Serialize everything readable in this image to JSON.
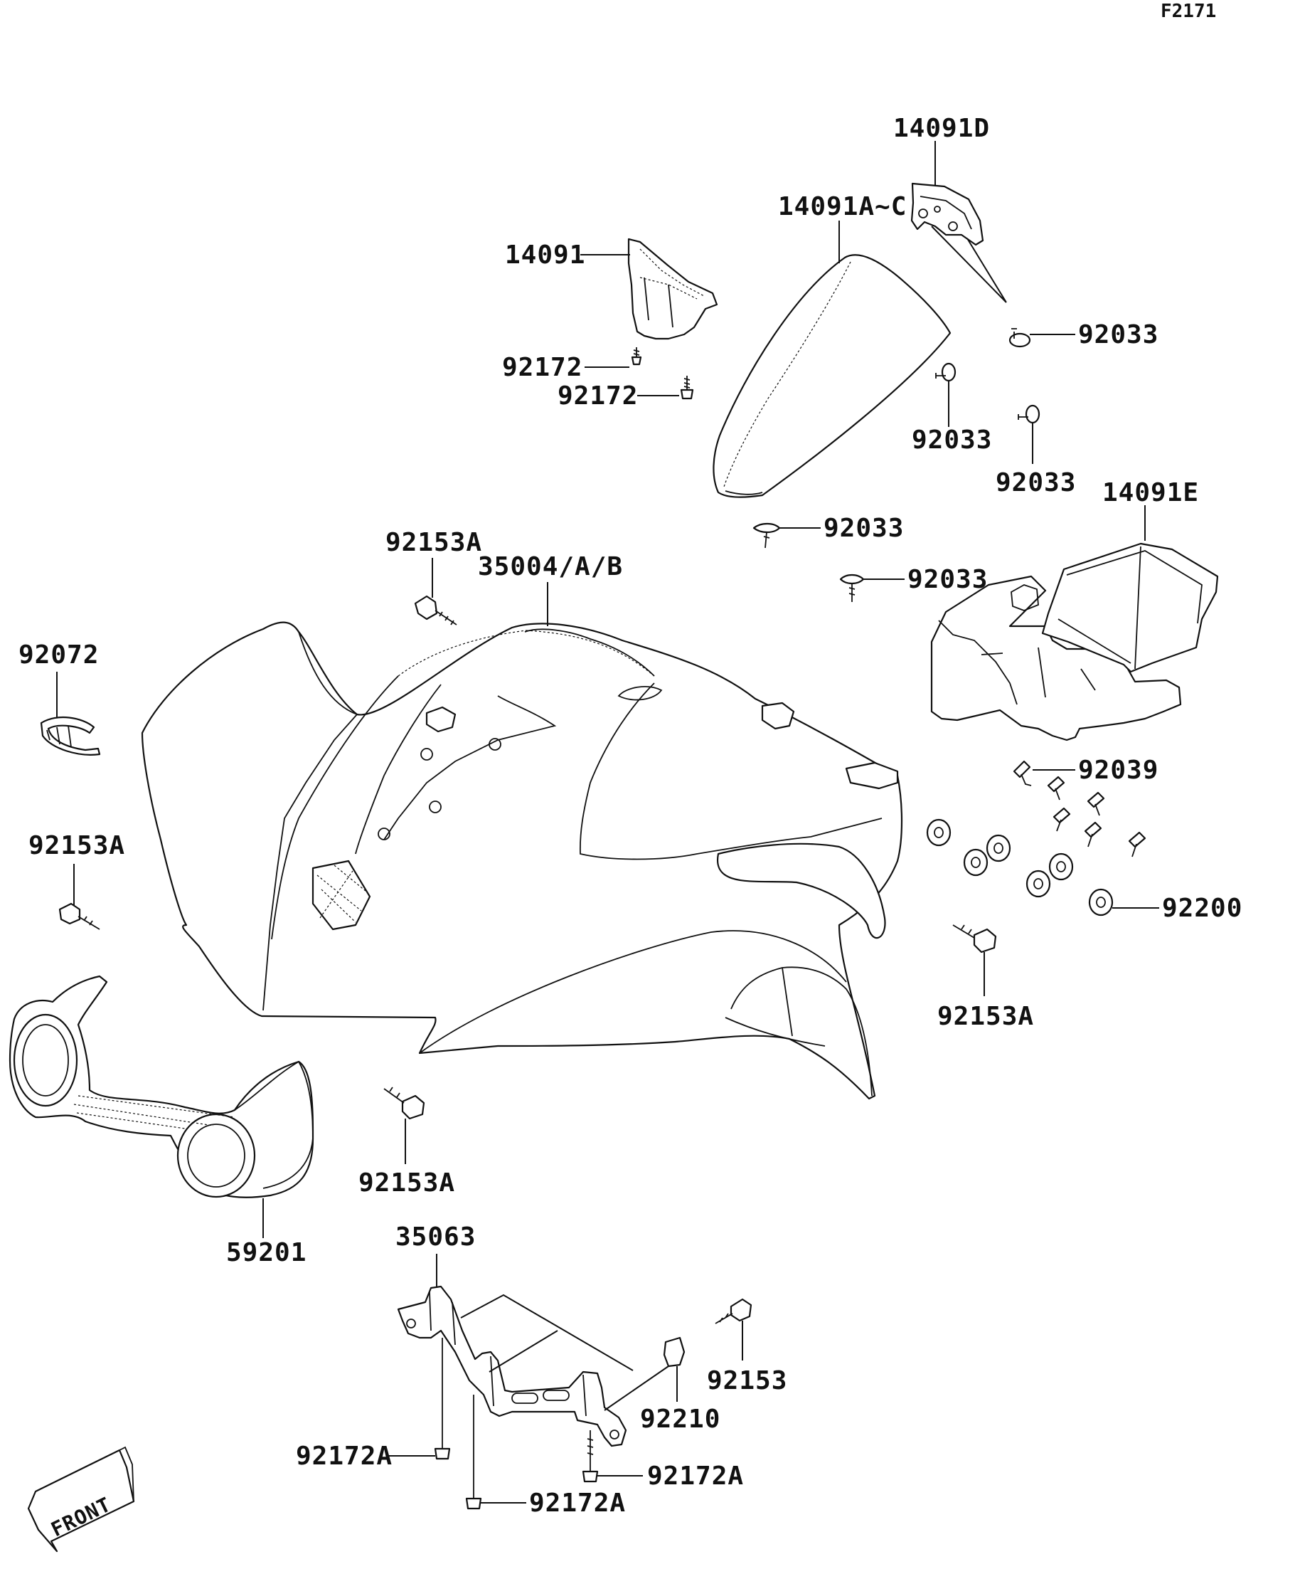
{
  "figure_code": "F2171",
  "front_marker": "FRONT",
  "callouts": [
    {
      "id": "c-14091D",
      "text": "14091D"
    },
    {
      "id": "c-14091AC",
      "text": "14091A~C"
    },
    {
      "id": "c-14091",
      "text": "14091"
    },
    {
      "id": "c-92033-a",
      "text": "92033"
    },
    {
      "id": "c-92172-a",
      "text": "92172"
    },
    {
      "id": "c-92172-b",
      "text": "92172"
    },
    {
      "id": "c-92033-b",
      "text": "92033"
    },
    {
      "id": "c-92033-c",
      "text": "92033"
    },
    {
      "id": "c-14091E",
      "text": "14091E"
    },
    {
      "id": "c-92033-d",
      "text": "92033"
    },
    {
      "id": "c-92153A-a",
      "text": "92153A"
    },
    {
      "id": "c-35004",
      "text": "35004/A/B"
    },
    {
      "id": "c-92033-e",
      "text": "92033"
    },
    {
      "id": "c-92072",
      "text": "92072"
    },
    {
      "id": "c-92039",
      "text": "92039"
    },
    {
      "id": "c-92153A-b",
      "text": "92153A"
    },
    {
      "id": "c-92200",
      "text": "92200"
    },
    {
      "id": "c-92153A-c",
      "text": "92153A"
    },
    {
      "id": "c-92153A-d",
      "text": "92153A"
    },
    {
      "id": "c-59201",
      "text": "59201"
    },
    {
      "id": "c-35063",
      "text": "35063"
    },
    {
      "id": "c-92153",
      "text": "92153"
    },
    {
      "id": "c-92210",
      "text": "92210"
    },
    {
      "id": "c-92172A-a",
      "text": "92172A"
    },
    {
      "id": "c-92172A-b",
      "text": "92172A"
    },
    {
      "id": "c-92172A-c",
      "text": "92172A"
    }
  ]
}
